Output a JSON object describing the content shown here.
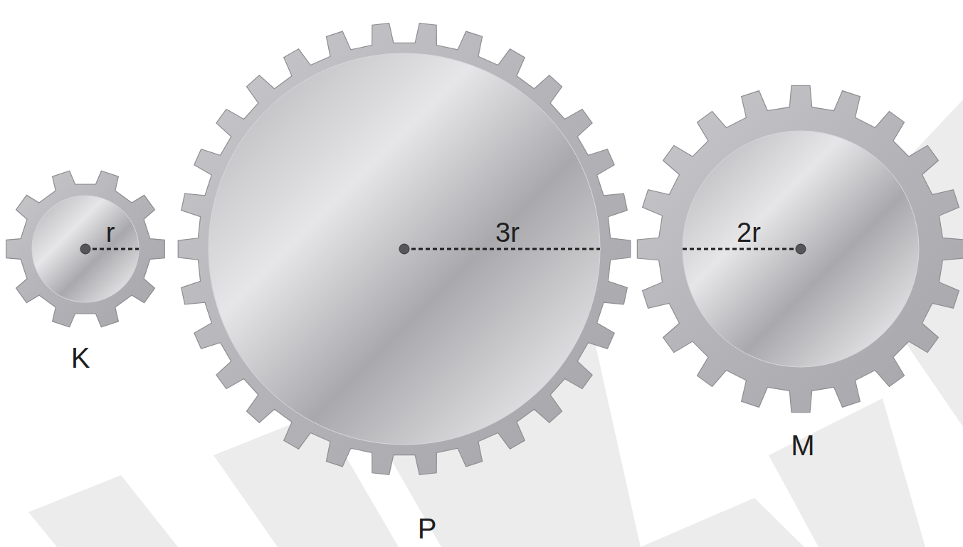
{
  "diagram": {
    "nodes": [
      {
        "text": [
          "r",
          "K"
        ]
      },
      {
        "text": [
          "3r",
          "P"
        ]
      },
      {
        "text": [
          "2r",
          "M"
        ]
      }
    ]
  }
}
